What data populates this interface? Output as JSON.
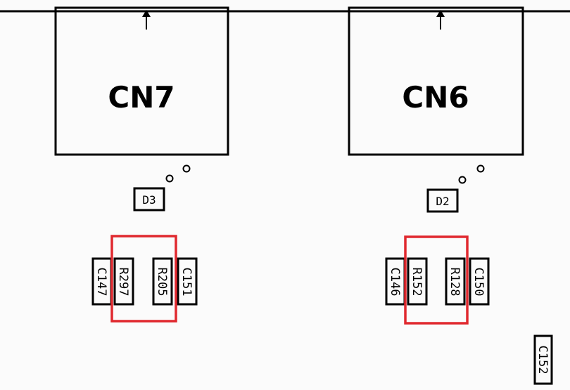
{
  "connectors": [
    {
      "ref": "CN7"
    },
    {
      "ref": "CN6"
    }
  ],
  "diodes": [
    {
      "ref": "D3"
    },
    {
      "ref": "D2"
    }
  ],
  "components": {
    "c147": "C147",
    "r297": "R297",
    "r205": "R205",
    "c151": "C151",
    "c146": "C146",
    "r152": "R152",
    "r128": "R128",
    "c150": "C150",
    "c152": "C152"
  },
  "colors": {
    "ink": "#000000",
    "highlight": "#e0282e",
    "background": "#fbfbfb"
  }
}
